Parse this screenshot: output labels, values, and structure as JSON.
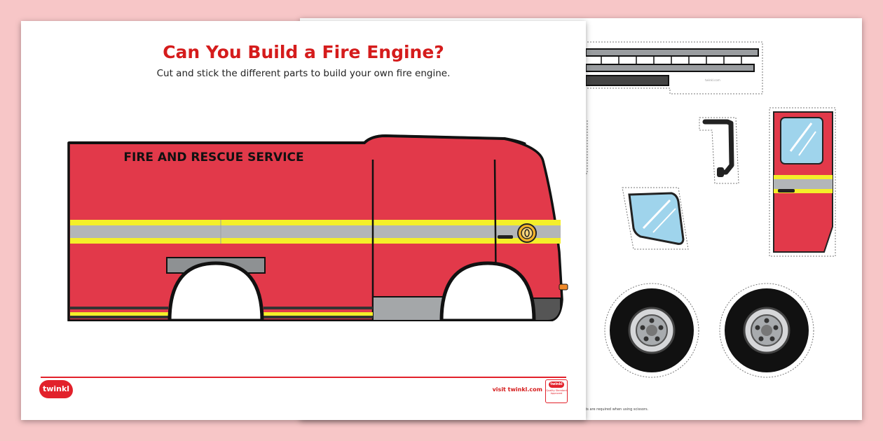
{
  "worksheet": {
    "title": "Can You Build a Fire Engine?",
    "subtitle": "Cut and stick the different parts to build your own fire engine.",
    "engine_side_text": "FIRE AND RESCUE SERVICE",
    "brand_logo": "twinkl",
    "footer_link": "visit twinkl.com",
    "badge": {
      "label": "twinkl",
      "text": "Quality Standard Approved"
    }
  },
  "cutouts_sheet": {
    "note": "...ults are required when using scissors.",
    "credit": "twinkl.com",
    "parts": [
      "ladder",
      "mirror",
      "door",
      "windscreen",
      "wheel",
      "wheel"
    ]
  },
  "colors": {
    "background": "#f7c6c7",
    "engine_red": "#e2394a",
    "stripe_yellow": "#f4ef2a",
    "stripe_grey": "#b3b6b8",
    "title_red": "#d51c1c"
  }
}
